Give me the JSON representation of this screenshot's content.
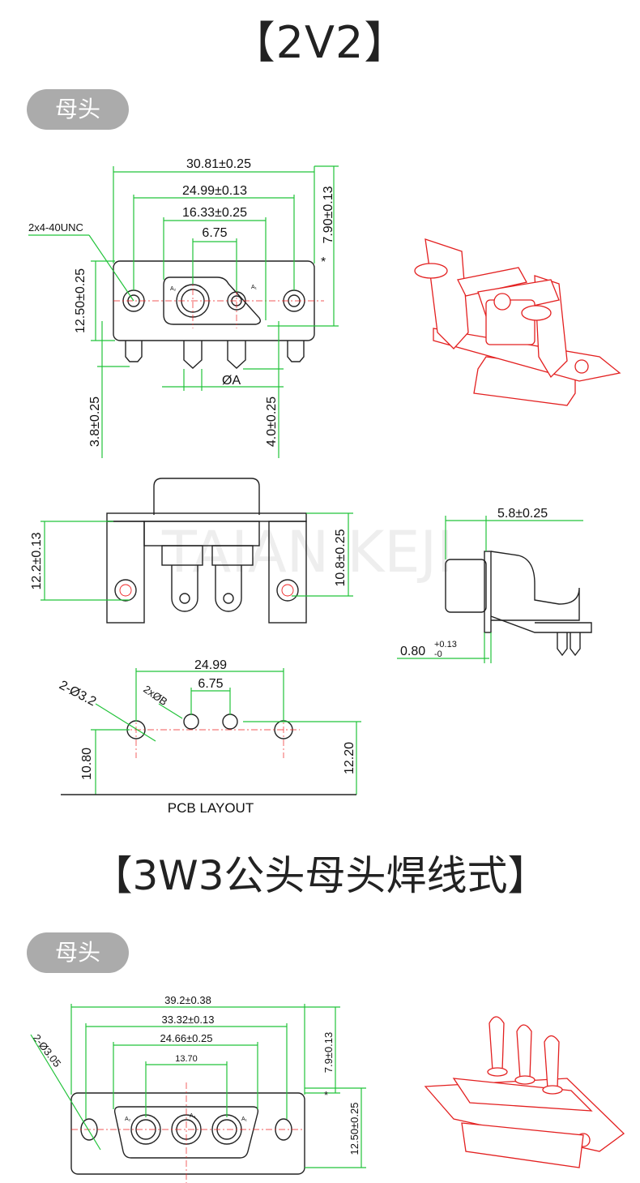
{
  "section1": {
    "title": "【2V2】",
    "label": "母头",
    "front": {
      "overall_width": "30.81±0.25",
      "mount_spacing": "24.99±0.13",
      "shell_width": "16.33±0.25",
      "contact_pitch": "6.75",
      "thread": "2x4-40UNC",
      "height": "12.50±0.25",
      "depth": "7.90±0.13",
      "asterisk": "*",
      "pin_dia": "ØA",
      "tail1": "3.8±0.25",
      "tail2": "4.0±0.25",
      "contact_a1": "A₁",
      "contact_a2": "A₂"
    },
    "rear": {
      "height1": "12.2±0.13",
      "height2": "10.8±0.25"
    },
    "side": {
      "width": "5.8±0.25",
      "thickness": "0.80",
      "tol_upper": "+0.13",
      "tol_lower": "-0"
    },
    "pcb": {
      "spacing": "24.99",
      "pitch": "6.75",
      "mount_holes": "2-Ø3.2",
      "contact_holes": "2xØB",
      "left_height": "10.80",
      "right_height": "12.20",
      "caption": "PCB LAYOUT"
    }
  },
  "section2": {
    "title": "【3W3公头母头焊线式】",
    "label": "母头",
    "front": {
      "overall_width": "39.2±0.38",
      "mount_spacing": "33.32±0.13",
      "shell_width": "24.66±0.25",
      "contact_pitch": "13.70",
      "mount_holes": "2-Ø3.05",
      "depth": "7.9±0.13",
      "asterisk": "*",
      "height": "12.50±0.25",
      "contact_a1": "A₁",
      "contact_a2": "A₂",
      "contact_a3": "A₃"
    }
  },
  "watermark": "TAIAN KEJI"
}
